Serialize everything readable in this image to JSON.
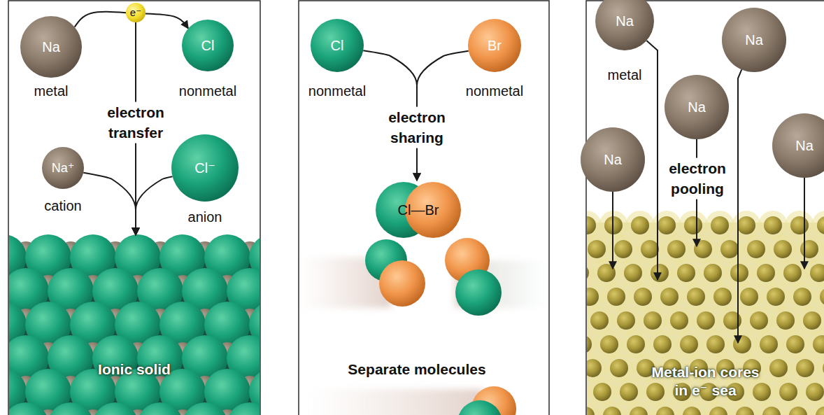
{
  "diagram": {
    "nodes": [
      {
        "text": [
          "Na",
          "metal"
        ]
      },
      {
        "text": [
          "e⁻"
        ]
      },
      {
        "text": [
          "Cl",
          "nonmetal"
        ]
      },
      {
        "text": [
          "Na⁺",
          "cation"
        ]
      },
      {
        "text": [
          "Cl⁻",
          "anion"
        ]
      },
      {
        "text": [
          "Ionic solid"
        ]
      },
      {
        "text": [
          "Cl",
          "nonmetal"
        ]
      },
      {
        "text": [
          "Br",
          "nonmetal"
        ]
      },
      {
        "text": [
          "Cl—Br"
        ]
      },
      {
        "text": [
          "Na",
          "metal"
        ]
      },
      {
        "text": [
          "Na"
        ]
      },
      {
        "text": [
          "Na"
        ]
      },
      {
        "text": [
          "Na"
        ]
      },
      {
        "text": [
          "Na"
        ]
      },
      {
        "text": [
          "Metal-ion cores in e⁻ sea"
        ]
      }
    ],
    "edges": [
      {
        "from": 0,
        "to": 1,
        "arrow": "none"
      },
      {
        "from": 1,
        "to": 2,
        "arrow": "to"
      },
      {
        "from": 1,
        "to": 5,
        "arrow": "to",
        "label": "electron transfer"
      },
      {
        "from": 3,
        "to": 5,
        "arrow": "to"
      },
      {
        "from": 4,
        "to": 5,
        "arrow": "to"
      },
      {
        "from": 6,
        "to": 8,
        "arrow": "to",
        "label": "electron sharing"
      },
      {
        "from": 7,
        "to": 8,
        "arrow": "to"
      },
      {
        "from": 9,
        "to": 14,
        "arrow": "to"
      },
      {
        "from": 10,
        "to": 14,
        "arrow": "to"
      },
      {
        "from": 11,
        "to": 14,
        "arrow": "to",
        "label": "electron pooling"
      },
      {
        "from": 12,
        "to": 14,
        "arrow": "to"
      },
      {
        "from": 13,
        "to": 14,
        "arrow": "to"
      }
    ],
    "labels": [
      "Separate molecules"
    ]
  }
}
